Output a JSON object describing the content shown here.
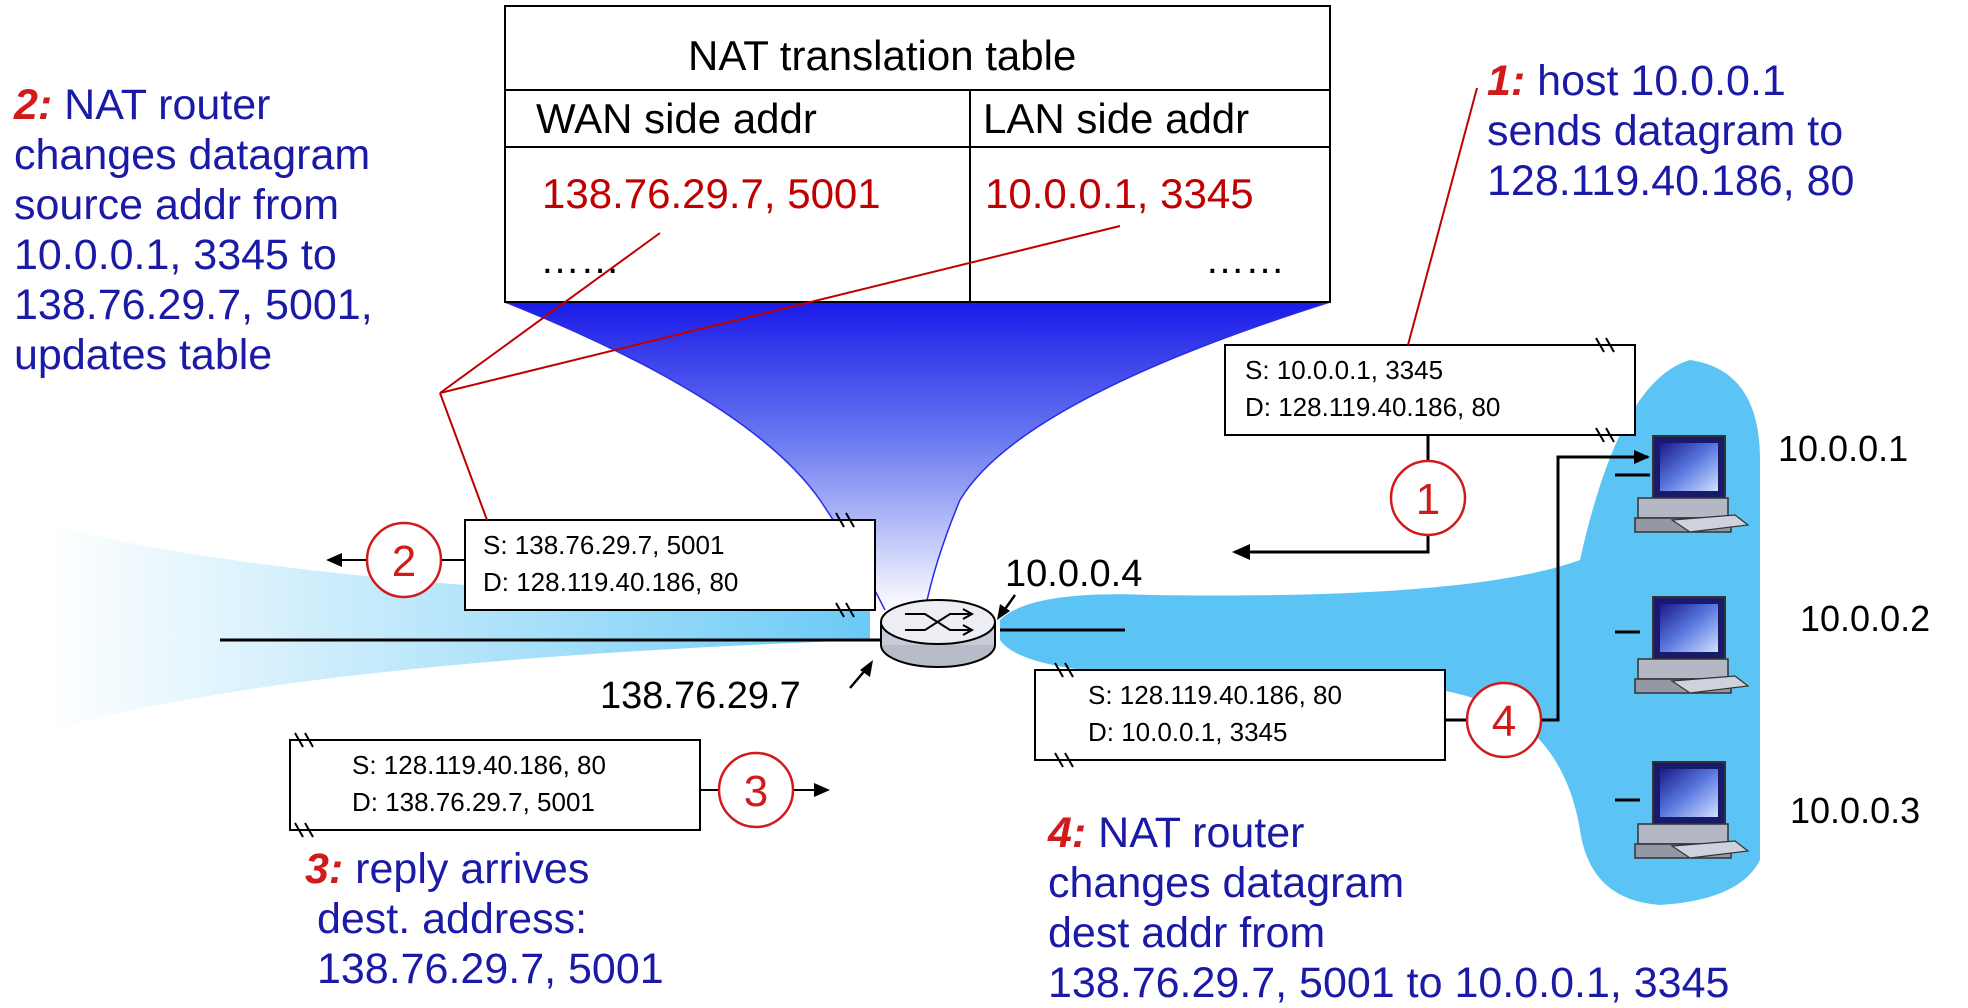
{
  "nat_table": {
    "title": "NAT translation table",
    "col_wan": "WAN side addr",
    "col_lan": "LAN side addr",
    "row_wan": "138.76.29.7, 5001",
    "row_lan": "10.0.0.1, 3345",
    "dots_left": "……",
    "dots_right": "……"
  },
  "steps": {
    "s1_num": "1:",
    "s1_text": " host 10.0.0.1\nsends datagram to\n128.119.40.186, 80",
    "s2_num": "2:",
    "s2_text": " NAT router\nchanges datagram\nsource addr from\n10.0.0.1, 3345 to\n138.76.29.7, 5001,\nupdates table",
    "s3_num": "3:",
    "s3_text": " reply arrives\n dest. address:\n 138.76.29.7, 5001",
    "s4_num": "4:",
    "s4_text": " NAT router\nchanges datagram\ndest addr from\n138.76.29.7, 5001 to 10.0.0.1, 3345"
  },
  "datagrams": {
    "d1": {
      "src": "S: 10.0.0.1, 3345",
      "dst": "D: 128.119.40.186, 80"
    },
    "d2": {
      "src": "S: 138.76.29.7, 5001",
      "dst": "D: 128.119.40.186, 80"
    },
    "d3": {
      "src": "S: 128.119.40.186, 80",
      "dst": "D: 138.76.29.7, 5001"
    },
    "d4": {
      "src": "S: 128.119.40.186, 80",
      "dst": "D: 10.0.0.1, 3345"
    }
  },
  "circles": {
    "c1": "1",
    "c2": "2",
    "c3": "3",
    "c4": "4"
  },
  "hosts": {
    "h1": "10.0.0.1",
    "h2": "10.0.0.2",
    "h3": "10.0.0.3"
  },
  "router": {
    "lan_addr": "10.0.0.4",
    "wan_addr": "138.76.29.7",
    "icon": "router-icon"
  },
  "colors": {
    "annotation": "#1a1aa6",
    "highlight": "#d11a1a",
    "lan": "#5bc4f5",
    "funnel": "#2a2ae8"
  }
}
